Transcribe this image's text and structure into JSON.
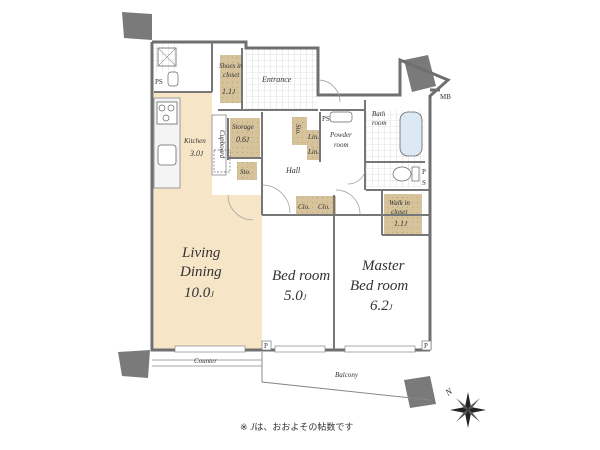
{
  "rooms": {
    "entrance": "Entrance",
    "shoes_closet": [
      "Shoes in",
      "closet",
      "1.1"
    ],
    "ps_top": "PS",
    "mb": "MB",
    "kitchen": [
      "Kitchen",
      "3.0"
    ],
    "cupboard": "Cupboard",
    "storage": [
      "Storage",
      "0.6"
    ],
    "sto1": "Sto.",
    "sto2": "Sto.",
    "lin1": "Lin.",
    "lin2": "Lin.",
    "ps_mid": "PS",
    "powder": [
      "Powder",
      "room"
    ],
    "bath": [
      "Bath",
      "room"
    ],
    "ps_right": [
      "P",
      "S"
    ],
    "hall": "Hall",
    "clo1": "Clo.",
    "clo2": "Clo.",
    "walkin": [
      "Walk in",
      "closet",
      "1.1"
    ],
    "living": [
      "Living",
      "Dining",
      "10.0"
    ],
    "bedroom": [
      "Bed room",
      "5.0"
    ],
    "master": [
      "Master",
      "Bed room",
      "6.2"
    ],
    "counter": "Counter",
    "balcony": "Balcony",
    "p_left": "P",
    "p_right": "P",
    "north": "N"
  },
  "unit_symbol": "J",
  "note": {
    "prefix": "※",
    "symbol": "J",
    "text": "は、おおよその帖数です"
  },
  "colors": {
    "living_floor": "#f7e5c8",
    "closet_fill": "#d9c7a0",
    "tile_fill": "#eeeeee",
    "wall": "#777777",
    "blue_fixture": "#dce8f3"
  }
}
